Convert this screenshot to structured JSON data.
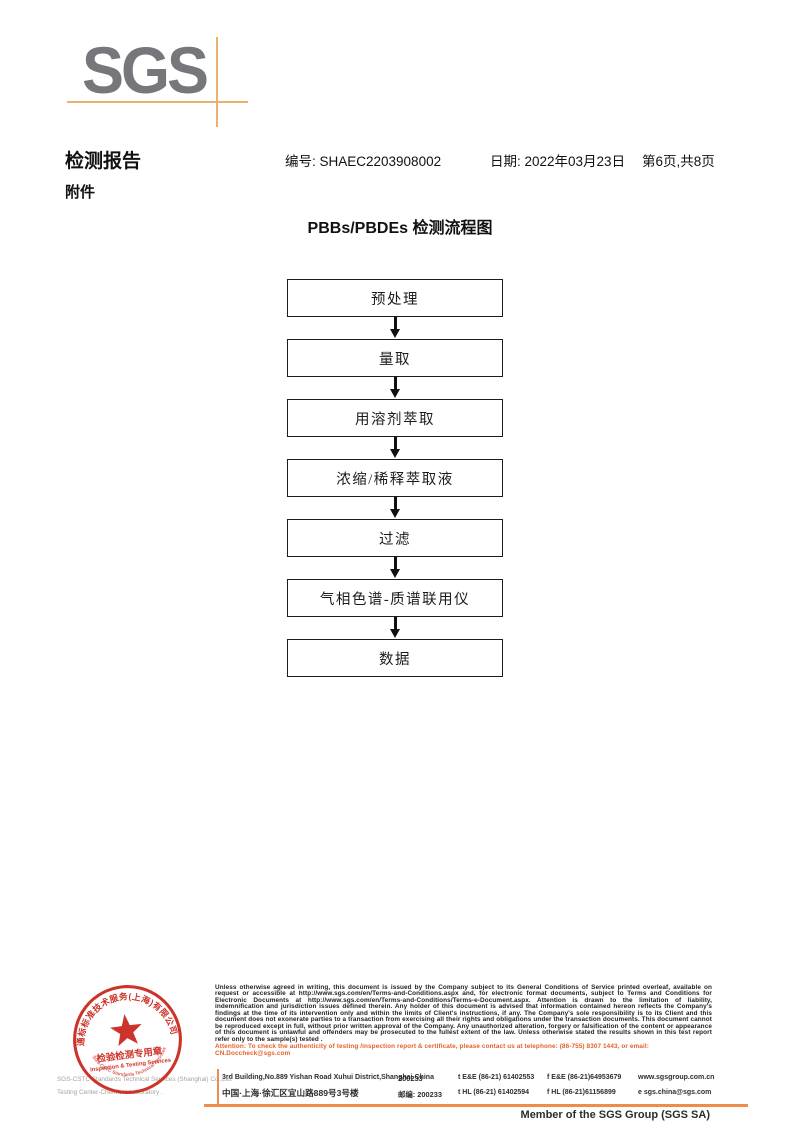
{
  "logo": {
    "text": "SGS"
  },
  "header": {
    "report_title": "检测报告",
    "no_label_and_value": "编号: SHAEC2203908002",
    "date_label_and_value": "日期: 2022年03月23日",
    "page_info": "第6页,共8页",
    "attachment": "附件"
  },
  "flowchart": {
    "title": "PBBs/PBDEs 检测流程图",
    "steps": [
      "预处理",
      "量取",
      "用溶剂萃取",
      "浓缩/稀释萃取液",
      "过滤",
      "气相色谱-质谱联用仪",
      "数据"
    ]
  },
  "stamp": {
    "ring_top": "通标标准技术服务(上海)有限公司",
    "ring_bottom": "SGS-CSTC Standards Technical Services",
    "line1": "检验检测专用章",
    "line2": "Inspection & Testing Services",
    "color": "#cd332a"
  },
  "company": {
    "line1": "SGS-CSTC Standards Technical Services (Shanghai) Co.,Ltd.",
    "line2": "Testing Center-Chemical Laboratory ."
  },
  "legal": {
    "disclaimer": "Unless otherwise agreed in writing, this document is issued by the Company subject to its General Conditions of Service printed overleaf, available on request or accessible at http://www.sgs.com/en/Terms-and-Conditions.aspx and, for electronic format documents, subject to Terms and Conditions for Electronic Documents at http://www.sgs.com/en/Terms-and-Conditions/Terms-e-Document.aspx. Attention is drawn to the limitation of liability, indemnification and jurisdiction issues defined therein. Any holder of this document is advised that information contained hereon reflects the Company's findings at the time of its intervention only and within the limits of Client's instructions, if any. The Company's sole responsibility is to its Client and this document does not exonerate parties to a transaction from exercising all their rights and obligations under the transaction documents. This document cannot be reproduced except in full, without prior written approval of the Company. Any unauthorized alteration, forgery or falsification of the content or appearance of this document is unlawful and offenders may be prosecuted to the fullest extent of the law. Unless otherwise stated the results shown in this test report refer only to the sample(s) tested .",
    "attention": "Attention: To check the authenticity of testing /inspection report & certificate, please contact us at telephone: (86-755) 8307 1443, or email: CN.Doccheck@sgs.com"
  },
  "address": {
    "en_line": "3rd Building,No.889 Yishan Road Xuhui District,Shanghai China",
    "en_post": "200233",
    "en_tel": "t E&E (86-21) 61402553",
    "en_fax": "f E&E (86-21)64953679",
    "web": "www.sgsgroup.com.cn",
    "cn_line": "中国·上海·徐汇区宜山路889号3号楼",
    "cn_post": "邮编: 200233",
    "cn_tel": "t HL (86-21) 61402594",
    "cn_fax": "f HL (86-21)61156899",
    "email": "e  sgs.china@sgs.com"
  },
  "footer": {
    "member_text": "Member of the SGS Group (SGS SA)"
  }
}
